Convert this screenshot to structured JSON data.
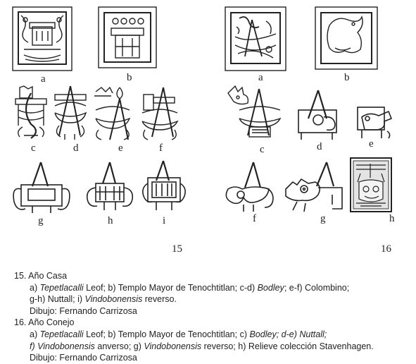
{
  "plate_15": {
    "number": "15",
    "labels": {
      "a": "a",
      "b": "b",
      "c": "c",
      "d": "d",
      "e": "e",
      "f": "f",
      "g": "g",
      "h": "h",
      "i": "i"
    }
  },
  "plate_16": {
    "number": "16",
    "labels": {
      "a": "a",
      "b": "b",
      "c": "c",
      "d": "d",
      "e": "e",
      "f": "f",
      "g": "g",
      "h": "h"
    }
  },
  "caption": {
    "c15": {
      "title": "15. Año Casa",
      "l1": {
        "p1": "a) ",
        "i1": "Tepetlacalli",
        "p2": " Leof; b) Templo Mayor de Tenochtitlan; c-d) ",
        "i2": "Bodley",
        "p3": "; e-f) Colombino;"
      },
      "l2": {
        "p1": "g-h) Nuttall; i) ",
        "i1": "Vindobonensis",
        "p2": " reverso."
      },
      "l3": "Dibujo: Fernando Carrizosa"
    },
    "c16": {
      "title": "16. Año Conejo",
      "l1": {
        "p1": "a) ",
        "i1": "Tepetlacalli",
        "p2": " Leof; b) Templo Mayor de Tenochtitlan; c) ",
        "i2": "Bodley; d-e) Nuttall;"
      },
      "l2": {
        "i1": "f) Vindobonensis",
        "p1": " anverso; g) ",
        "i2": "Vindobonensis",
        "p2": " reverso; h) Relieve colección Stavenhagen."
      },
      "l3": "Dibujo: Fernando Carrizosa"
    }
  }
}
